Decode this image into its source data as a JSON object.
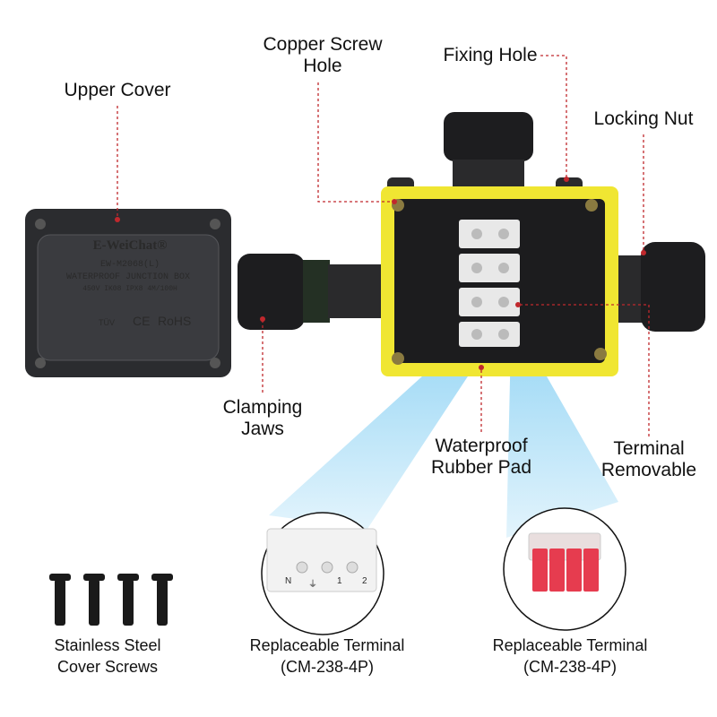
{
  "labels": {
    "upper_cover": "Upper Cover",
    "copper_screw_hole": [
      "Copper Screw",
      "Hole"
    ],
    "fixing_hole": "Fixing Hole",
    "locking_nut": "Locking Nut",
    "clamping_jaws": [
      "Clamping",
      "Jaws"
    ],
    "waterproof_rubber_pad": [
      "Waterproof",
      "Rubber Pad"
    ],
    "terminal_removable": [
      "Terminal",
      "Removable"
    ]
  },
  "captions": {
    "screws": [
      "Stainless Steel",
      "Cover Screws"
    ],
    "terminal_white": [
      "Replaceable Terminal",
      "(CM-238-4P)"
    ],
    "terminal_red": [
      "Replaceable Terminal",
      "(CM-238-4P)"
    ]
  },
  "cover": {
    "brand": "E-WeiChat®",
    "model": "EW-M2068(L)",
    "product": "WATERPROOF JUNCTION BOX",
    "specs": "450V  IK08 IPX8  4M/100H",
    "marks": [
      "TÜV",
      "CE",
      "RoHS"
    ]
  },
  "terminal_white_marks": [
    "N",
    "⏚",
    "1",
    "2"
  ],
  "colors": {
    "leader": "#c0282d",
    "frame": "#f0e632",
    "beam": "#8fd3f4"
  }
}
